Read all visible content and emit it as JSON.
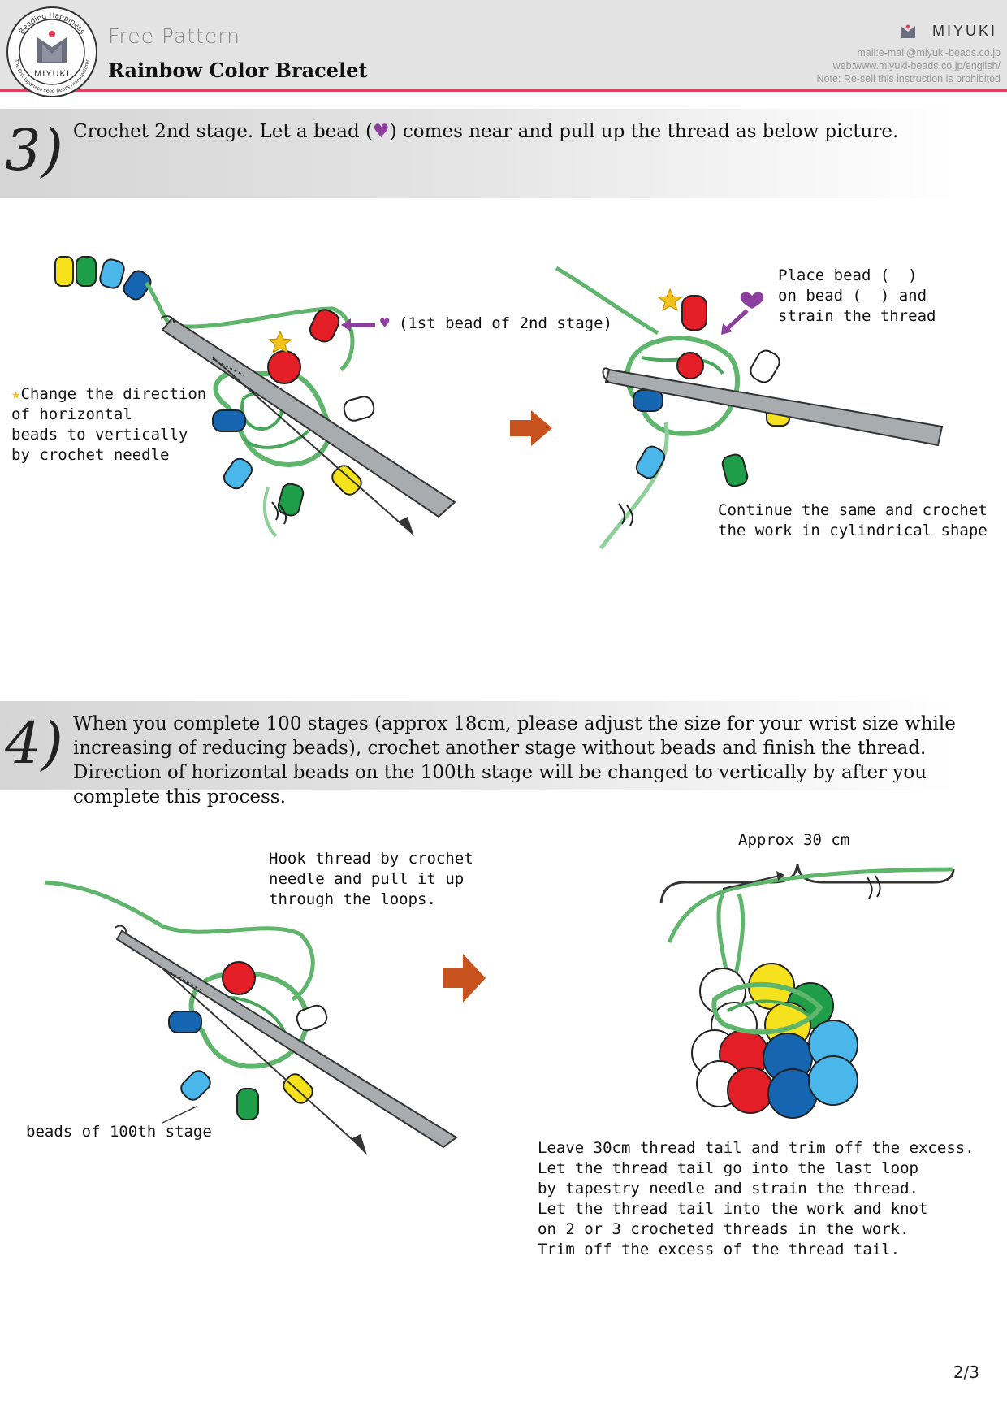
{
  "header": {
    "seal_arc_top": "Beading Happiness",
    "seal_brand": "MIYUKI",
    "seal_arc_bottom": "The first Japanese seed beads manufacturer",
    "subtitle": "Free Pattern",
    "title": "Rainbow Color Bracelet",
    "brand": "MIYUKI",
    "mail": "mail:e-mail@miyuki-beads.co.jp",
    "web": "web:www.miyuki-beads.co.jp/english/",
    "note": "Note: Re-sell this instruction is prohibited"
  },
  "step3": {
    "number": "3)",
    "text_before": "Crochet 2nd stage. Let a bead (",
    "text_after": ") comes near and pull up the thread as below picture.",
    "label_first_bead": "(1st bead of 2nd stage)",
    "label_change": "Change the direction\nof horizontal\nbeads to vertically\nby crochet needle",
    "label_place": "Place bead (  )\non bead (  ) and\nstrain the thread",
    "label_continue": "Continue the same and crochet\nthe work in cylindrical shape"
  },
  "step4": {
    "number": "4)",
    "text": "When you complete 100 stages (approx 18cm, please adjust the size for your wrist size while increasing of reducing beads), crochet another stage without beads and finish the thread. Direction of horizontal beads on the 100th stage will be changed to vertically by after you complete this process.",
    "label_hook": "Hook thread by crochet\nneedle and pull it up\nthrough the loops.",
    "label_beads": "beads of 100th stage",
    "label_approx": "Approx 30 cm",
    "label_leave": "Leave 30cm thread tail and trim off the excess.\nLet the thread tail go into the last loop\nby tapestry needle and strain the thread.\nLet the thread tail into the work and knot\non 2 or 3 crocheted threads in the work.\nTrim off the excess of the thread tail."
  },
  "footer": {
    "page": "2/3"
  },
  "colors": {
    "accent": "#e0405a",
    "thread": "#5fb56c",
    "arrow": "#c8521d",
    "heart": "#8c3f9e",
    "star": "#f2c21a"
  }
}
